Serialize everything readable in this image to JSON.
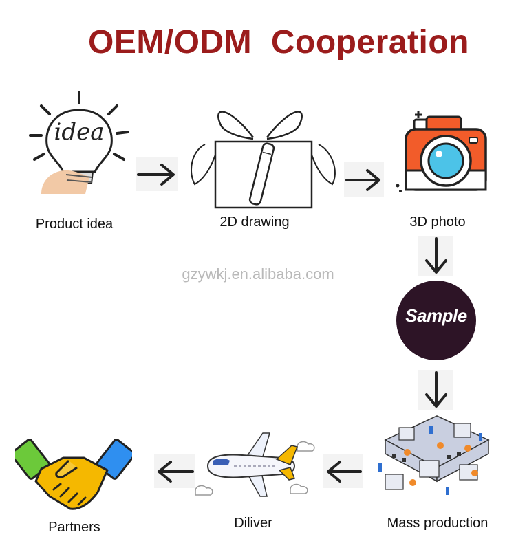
{
  "title": "OEM/ODM  Cooperation",
  "watermark": "gzywkj.en.alibaba.com",
  "steps": {
    "product_idea": {
      "label": "Product idea",
      "bulb_text": "idea"
    },
    "drawing_2d": {
      "label": "2D drawing"
    },
    "photo_3d": {
      "label": "3D photo"
    },
    "sample": {
      "text": "Sample"
    },
    "mass_production": {
      "label": "Mass production"
    },
    "deliver": {
      "label": "Diliver"
    },
    "partners": {
      "label": "Partners"
    }
  },
  "colors": {
    "title": "#9b1c1c",
    "sample_circle": "#2d1426",
    "camera_body": "#f25c2a",
    "lens": "#4cc3e8",
    "handshake_yellow": "#f5b800",
    "handshake_blue": "#2f8ff0",
    "handshake_green": "#6cc93a"
  },
  "icons": [
    "lightbulb-icon",
    "gift-box-icon",
    "camera-icon",
    "factory-icon",
    "airplane-icon",
    "handshake-icon",
    "arrow-right-icon",
    "arrow-down-icon",
    "arrow-left-icon"
  ]
}
